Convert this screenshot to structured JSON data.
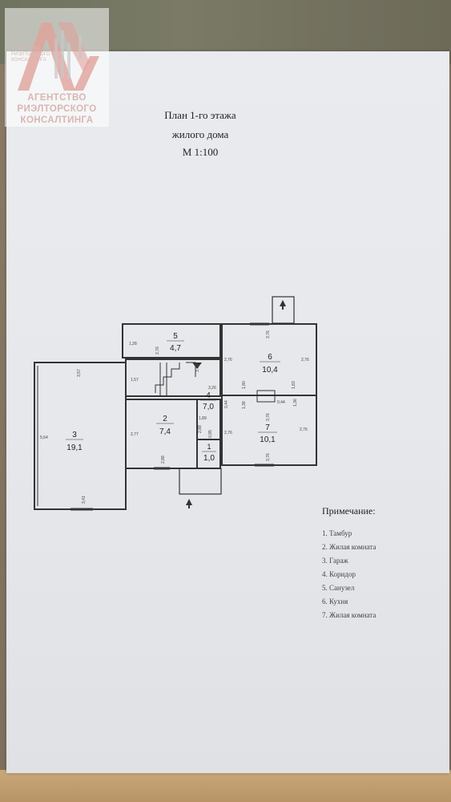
{
  "watermark": {
    "line1": "АГЕНТСТВО",
    "line2": "РИЭЛТОРСКОГО",
    "line3": "КОНСАЛТИНГА",
    "small1": "АГЕНТСТВО",
    "small2": "РИЭЛТОРСКОГО",
    "small3": "КОНСАЛТИНГА"
  },
  "title": {
    "line1": "План 1-го этажа",
    "line2": "жилого дома",
    "line3": "М 1:100"
  },
  "rooms": {
    "r1": {
      "num": "1",
      "area": "1,0"
    },
    "r2": {
      "num": "2",
      "area": "7,4"
    },
    "r3": {
      "num": "3",
      "area": "19,1"
    },
    "r4": {
      "num": "4",
      "area": "7,0"
    },
    "r5": {
      "num": "5",
      "area": "4,7"
    },
    "r6": {
      "num": "6",
      "area": "10,4"
    },
    "r7": {
      "num": "7",
      "area": "10,1"
    }
  },
  "dims": {
    "d_garage_h": "5,64",
    "d_garage_top": "3,57",
    "d_garage_bottom": "3,41",
    "d_r5_w": "1,28",
    "d_r5_v": "2,76",
    "d_stairs_a": "1,57",
    "d_stairs_b": "3,70",
    "d_corr_a": "3,26",
    "d_corr_b": "1,89",
    "d_r2_h": "2,77",
    "d_r2_top": "2,88",
    "d_r2_bottom": "2,88",
    "d_r1_v": "0,95",
    "d_r6_left": "2,76",
    "d_r6_right": "2,76",
    "d_r6_top": "3,76",
    "d_r6_mid": "1,80",
    "d_r6_mid2": "1,83",
    "d_cent_a": "0,44",
    "d_cent_b": "0,44",
    "d_cent_c": "1,38",
    "d_cent_d": "1,36",
    "d_r7_left": "2,76",
    "d_r7_right": "2,76",
    "d_r7_top": "3,76",
    "d_r7_bottom": "3,76"
  },
  "notes": {
    "title": "Примечание:",
    "items": [
      "1. Тамбур",
      "2. Жилая комната",
      "3. Гараж",
      "4. Коридор",
      "5. Санузел",
      "6. Кухня",
      "7. Жилая комната"
    ]
  },
  "colors": {
    "watermark": "#d9b6b2",
    "logo_red": "#e0a29a",
    "ink": "#333333"
  }
}
